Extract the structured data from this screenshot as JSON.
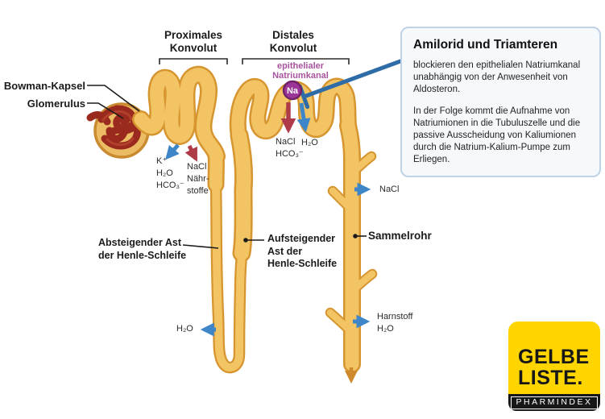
{
  "diagram": {
    "region_titles": {
      "proximal": "Proximales\nKonvolut",
      "distal": "Distales\nKonvolut"
    },
    "labels": {
      "bowman": "Bowman-Kapsel",
      "glomerulus": "Glomerulus",
      "epithelial_channel": "epithelialer\nNatriumkanal",
      "na_ion": "Na",
      "proximal_out_blue": "K⁺\nH₂O\nHCO₃⁻",
      "proximal_out_red": "NaCl\nNähr-\nstoffe",
      "distal_out_red": "NaCl\nHCO₃⁻",
      "distal_out_blue": "H₂O",
      "duct_nacl": "NaCl",
      "sammelrohr": "Sammelrohr",
      "descending_limb": "Absteigender Ast\nder Henle-Schleife",
      "ascending_limb": "Aufsteigender\nAst der\nHenle-Schleife",
      "loop_h2o": "H₂O",
      "duct_harnstoff": "Harnstoff\nH₂O"
    }
  },
  "info_box": {
    "title": "Amilorid und Triamteren",
    "paragraph1": "blockieren den epithelialen Natriumkanal unabhängig von der Anwesenheit von Aldosteron.",
    "paragraph2": "In der Folge kommt die Aufnahme von Natriumionen in die Tubuluszelle und die passive Ausscheidung von Kaliumionen durch die Natrium-Kalium-Pumpe zum Erliegen."
  },
  "logo": {
    "line1": "GELBE",
    "line2": "LISTE.",
    "sub": "PHARMINDEX"
  },
  "colors": {
    "tube": "#F2C464",
    "tube_dark": "#D6952F",
    "capsule": "#EBBC63",
    "capsule_dark": "#C98A30",
    "glom": "#9A2A1E",
    "glom_hi": "#B3402C",
    "arrow_blue": "#3E86C7",
    "arrow_red": "#AF3B49",
    "arrow_orange": "#CF8A2E",
    "na_fill": "#9C3499",
    "na_ring": "#6E2268",
    "label_purple": "#A8549E",
    "inhibit_blue": "#2E6CA8",
    "box_bg": "#F5F9FC",
    "box_border": "#BFD2E6",
    "logo_yellow": "#FFD500",
    "logo_black": "#171717",
    "ink": "#1B1B1B"
  }
}
